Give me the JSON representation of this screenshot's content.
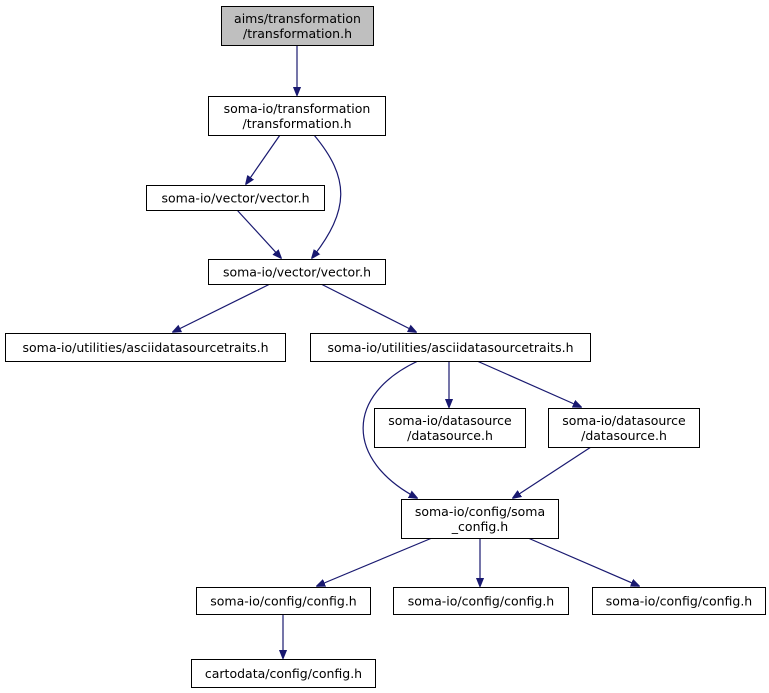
{
  "graph": {
    "colors": {
      "edge": "#191970",
      "node_fill": "#ffffff",
      "root_fill": "#bfbfbf",
      "node_border": "#000000"
    },
    "nodes": [
      {
        "id": "n0",
        "lines": [
          "aims/transformation",
          "/transformation.h"
        ],
        "root": true
      },
      {
        "id": "n1",
        "lines": [
          "soma-io/transformation",
          "/transformation.h"
        ]
      },
      {
        "id": "n2",
        "lines": [
          "soma-io/vector/vector.h"
        ]
      },
      {
        "id": "n3",
        "lines": [
          "soma-io/vector/vector.h"
        ]
      },
      {
        "id": "n4",
        "lines": [
          "soma-io/utilities/asciidatasourcetraits.h"
        ]
      },
      {
        "id": "n5",
        "lines": [
          "soma-io/utilities/asciidatasourcetraits.h"
        ]
      },
      {
        "id": "n6",
        "lines": [
          "soma-io/datasource",
          "/datasource.h"
        ]
      },
      {
        "id": "n7",
        "lines": [
          "soma-io/datasource",
          "/datasource.h"
        ]
      },
      {
        "id": "n8",
        "lines": [
          "soma-io/config/soma",
          "_config.h"
        ]
      },
      {
        "id": "n9",
        "lines": [
          "soma-io/config/config.h"
        ]
      },
      {
        "id": "n10",
        "lines": [
          "soma-io/config/config.h"
        ]
      },
      {
        "id": "n11",
        "lines": [
          "soma-io/config/config.h"
        ]
      },
      {
        "id": "n12",
        "lines": [
          "cartodata/config/config.h"
        ]
      }
    ],
    "edges": [
      [
        "n0",
        "n1"
      ],
      [
        "n1",
        "n2"
      ],
      [
        "n1",
        "n3"
      ],
      [
        "n2",
        "n3"
      ],
      [
        "n3",
        "n4"
      ],
      [
        "n3",
        "n5"
      ],
      [
        "n5",
        "n6"
      ],
      [
        "n5",
        "n7"
      ],
      [
        "n5",
        "n8"
      ],
      [
        "n7",
        "n8"
      ],
      [
        "n8",
        "n9"
      ],
      [
        "n8",
        "n10"
      ],
      [
        "n8",
        "n11"
      ],
      [
        "n9",
        "n12"
      ]
    ]
  }
}
